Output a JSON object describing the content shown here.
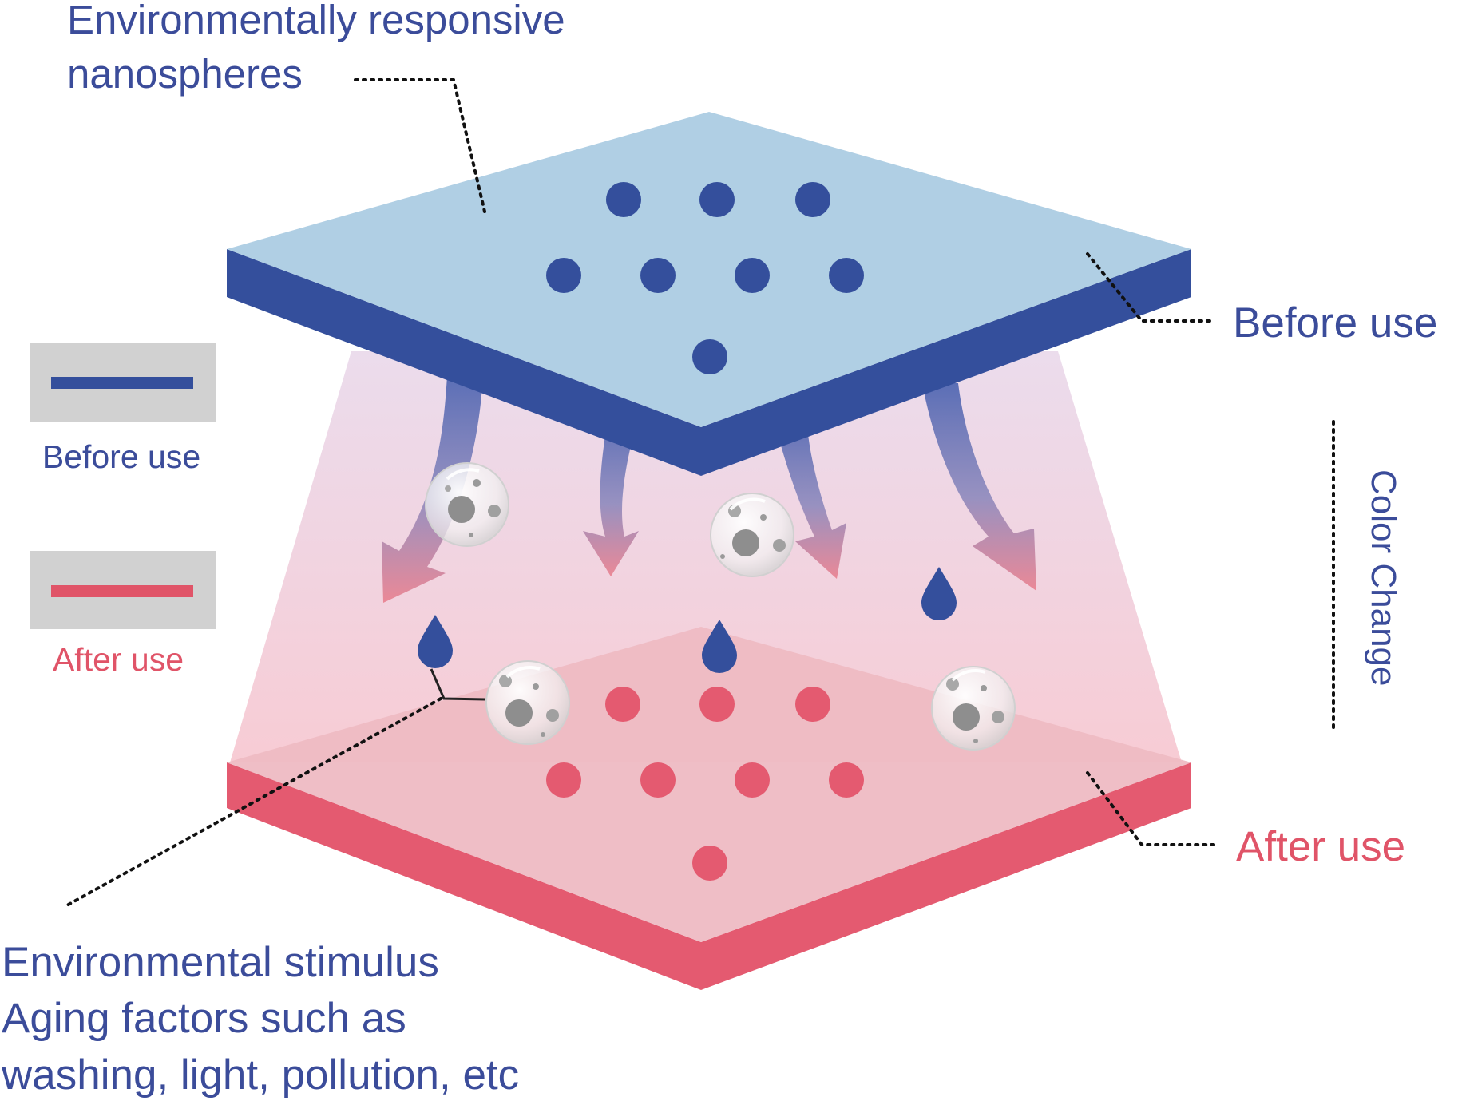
{
  "labels": {
    "top_title_line1": "Environmentally responsive",
    "top_title_line2": "nanospheres",
    "before_use_right": "Before use",
    "after_use_right": "After use",
    "color_change": "Color Change",
    "legend_before": "Before use",
    "legend_after": "After use",
    "bottom_line1": "Environmental stimulus",
    "bottom_line2": "Aging factors such as",
    "bottom_line3": "washing, light, pollution, etc"
  },
  "colors": {
    "blue_dark": "#344f9c",
    "blue_light": "#b0cfe4",
    "red_dark": "#e45a70",
    "red_light": "#f0b8c0",
    "legend_bg": "#d1d1d1",
    "text_blue": "#3b4c9a",
    "text_red": "#e05468"
  },
  "icons": [
    "arrow-down-icon",
    "water-drop-icon",
    "pollutant-bubble-icon",
    "nanosphere-dot-icon"
  ]
}
